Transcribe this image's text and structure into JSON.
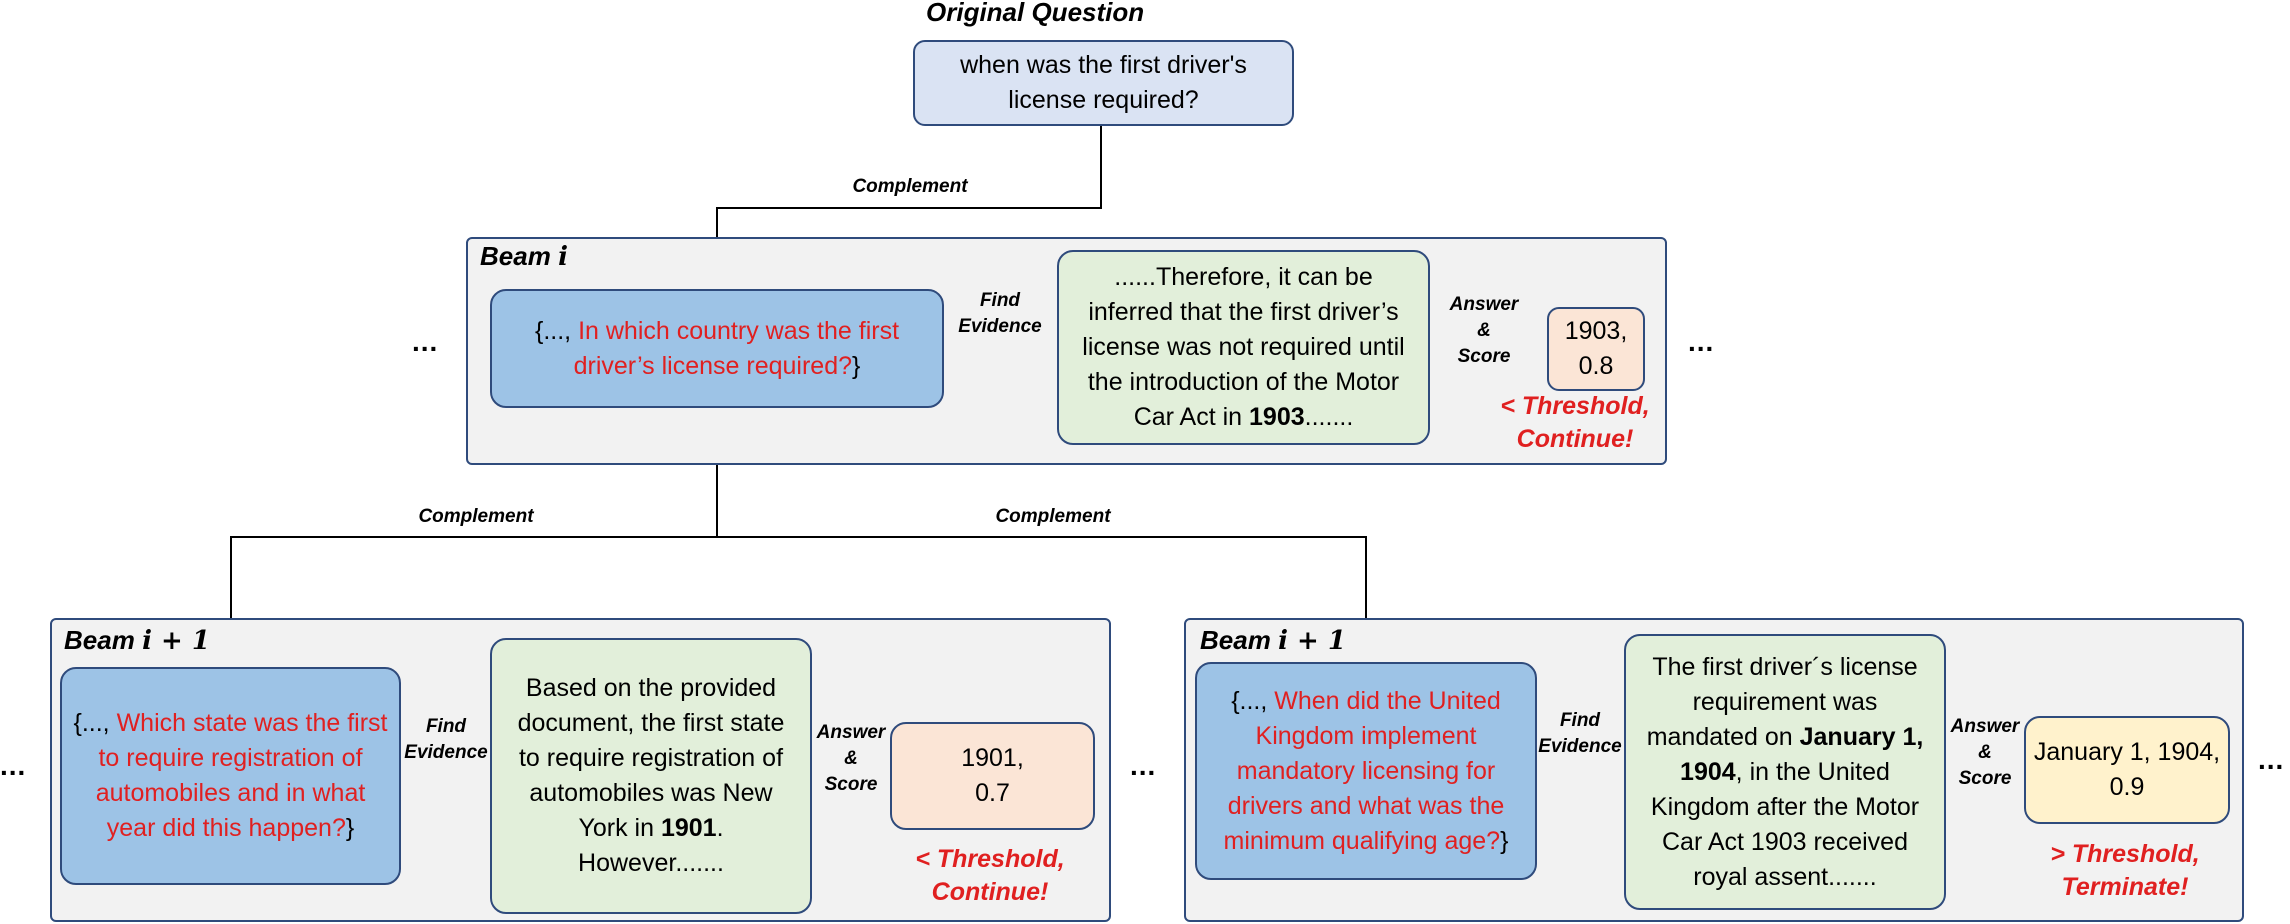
{
  "title": "Original Question",
  "question": "when was the first driver's license required?",
  "labels": {
    "complement": "Complement",
    "find_evidence": "Find\nEvidence",
    "answer_score": "Answer\n&\nScore",
    "ellipsis": "..."
  },
  "beams": [
    {
      "title_prefix": "Beam",
      "title_var": "i",
      "query_prefix": "{..., ",
      "query_red": "In which country was the first driver’s license required?",
      "query_suffix": "}",
      "evidence_pre": "......Therefore, it can be inferred that the first driver’s license was not required until the introduction of the Motor Car Act in ",
      "evidence_bold": "1903",
      "evidence_post": ".......",
      "answer": "1903,\n0.8",
      "threshold": "< Threshold,\nContinue!"
    },
    {
      "title_prefix": "Beam",
      "title_var": "i + 1",
      "query_prefix": "{..., ",
      "query_red": "Which state was the first to require registration of automobiles and in what year did this happen?",
      "query_suffix": "}",
      "evidence_pre": "Based on the provided document, the first state to require registration of automobiles was New York in ",
      "evidence_bold": "1901",
      "evidence_post": ". However.......",
      "answer": "1901,\n0.7",
      "threshold": "< Threshold,\nContinue!"
    },
    {
      "title_prefix": "Beam",
      "title_var": "i + 1",
      "query_prefix": "{..., ",
      "query_red": "When did the United Kingdom implement mandatory licensing for drivers and what was the minimum qualifying age?",
      "query_suffix": "}",
      "evidence_pre": "The first driver´s license requirement was mandated on ",
      "evidence_bold": "January 1, 1904",
      "evidence_post": ", in the United Kingdom after the Motor Car Act 1903 received royal assent.......",
      "answer": "January 1, 1904,\n0.9",
      "threshold": "> Threshold,\nTerminate!"
    }
  ]
}
